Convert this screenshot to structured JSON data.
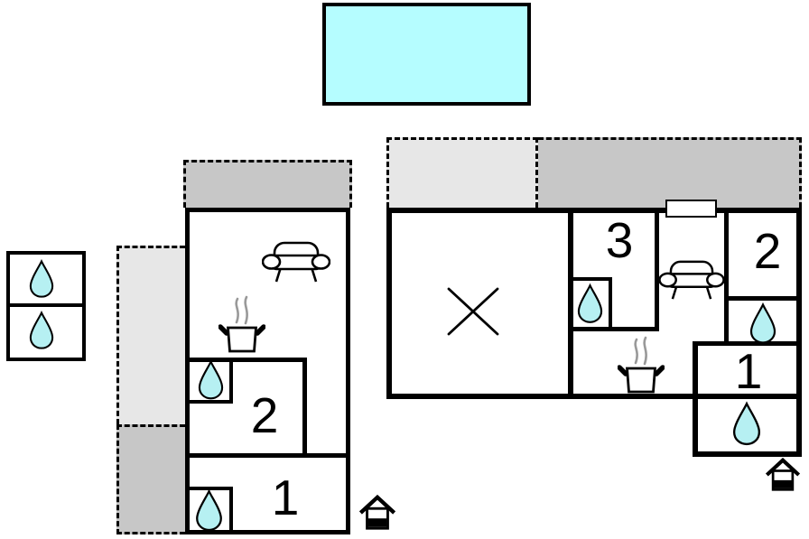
{
  "colors": {
    "pool_fill": "#B5FDFF",
    "water_drop_fill": "#B6F0F2",
    "terrace_light": "#E7E7E7",
    "terrace_dark": "#C7C7C7",
    "wall": "#000000",
    "steam": "#999999"
  },
  "pool": {
    "type": "swimming-pool"
  },
  "annex": {
    "shower_count": 2
  },
  "left_building": {
    "rooms": {
      "bedroom_2": "2",
      "bedroom_1": "1"
    }
  },
  "right_building": {
    "rooms": {
      "bedroom_3": "3",
      "bedroom_2": "2",
      "bedroom_1": "1"
    }
  }
}
